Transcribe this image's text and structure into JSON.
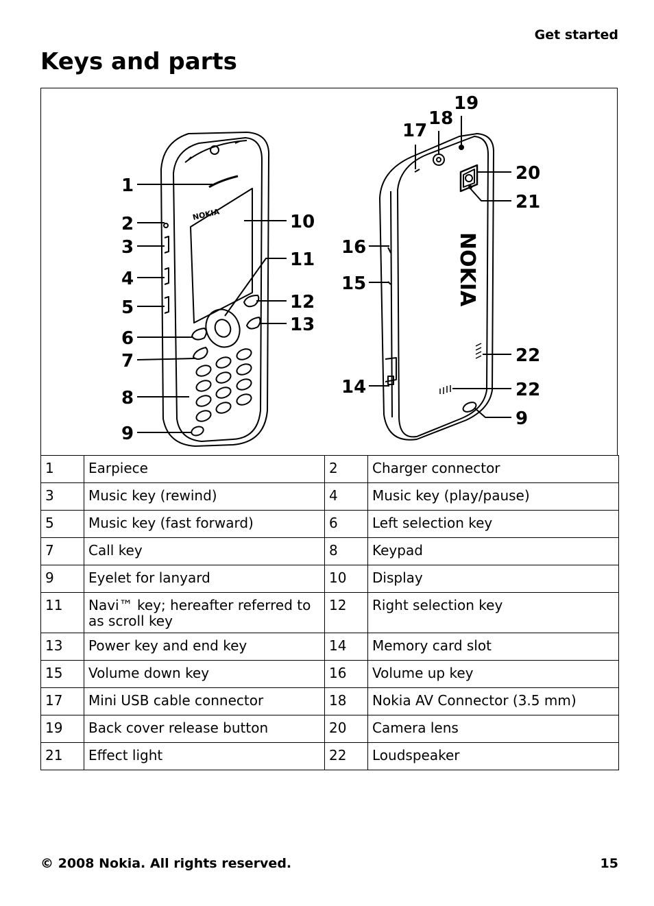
{
  "header": {
    "section": "Get started"
  },
  "title": "Keys and parts",
  "figure": {
    "front_brand": "NOKIA",
    "back_brand": "NOKIA",
    "callouts_front": [
      "1",
      "2",
      "3",
      "4",
      "5",
      "6",
      "7",
      "8",
      "9",
      "10",
      "11",
      "12",
      "13"
    ],
    "callouts_back": [
      "14",
      "15",
      "16",
      "17",
      "18",
      "19",
      "20",
      "21",
      "22",
      "22",
      "9"
    ]
  },
  "parts": [
    {
      "num_a": "1",
      "label_a": "Earpiece",
      "num_b": "2",
      "label_b": "Charger connector"
    },
    {
      "num_a": "3",
      "label_a": "Music key (rewind)",
      "num_b": "4",
      "label_b": "Music key (play/pause)"
    },
    {
      "num_a": "5",
      "label_a": "Music key (fast forward)",
      "num_b": "6",
      "label_b": "Left selection key"
    },
    {
      "num_a": "7",
      "label_a": "Call key",
      "num_b": "8",
      "label_b": "Keypad"
    },
    {
      "num_a": "9",
      "label_a": "Eyelet for lanyard",
      "num_b": "10",
      "label_b": "Display"
    },
    {
      "num_a": "11",
      "label_a": "Navi™ key; hereafter referred to as scroll key",
      "num_b": "12",
      "label_b": "Right selection key"
    },
    {
      "num_a": "13",
      "label_a": "Power key and end key",
      "num_b": "14",
      "label_b": "Memory card slot"
    },
    {
      "num_a": "15",
      "label_a": "Volume down key",
      "num_b": "16",
      "label_b": "Volume up key"
    },
    {
      "num_a": "17",
      "label_a": "Mini USB cable connector",
      "num_b": "18",
      "label_b": "Nokia AV Connector (3.5 mm)"
    },
    {
      "num_a": "19",
      "label_a": "Back cover release button",
      "num_b": "20",
      "label_b": "Camera lens"
    },
    {
      "num_a": "21",
      "label_a": "Effect light",
      "num_b": "22",
      "label_b": "Loudspeaker"
    }
  ],
  "footer": {
    "copyright": "© 2008 Nokia. All rights reserved.",
    "page_number": "15"
  }
}
